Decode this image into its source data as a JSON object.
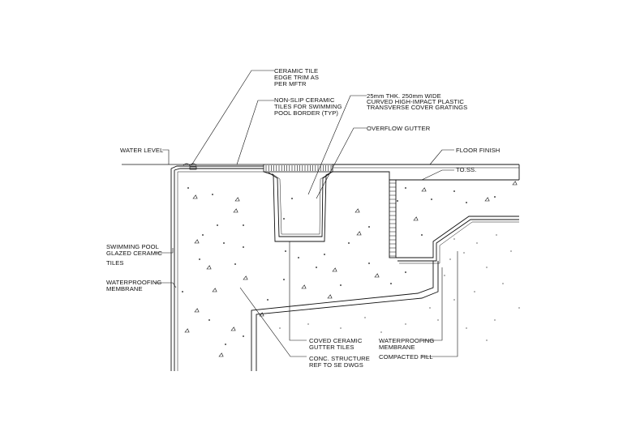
{
  "labels": {
    "ceramic_tile_trim": [
      "CERAMIC TILE",
      "EDGE TRIM AS",
      "PER MFTR"
    ],
    "non_slip_tiles": [
      "NON-SLIP CERAMIC",
      "TILES FOR SWIMMING",
      "POOL BORDER (TYP)"
    ],
    "cover_gratings": [
      "25mm THK. 250mm WIDE",
      "CURVED HIGH-IMPACT PLASTIC",
      "TRANSVERSE COVER GRATINGS"
    ],
    "overflow_gutter": "OVERFLOW GUTTER",
    "water_level": "WATER LEVEL",
    "floor_finish": "FLOOR FINISH",
    "to_ss": "TO.SS.",
    "pool_tiles": [
      "SWIMMING POOL",
      "GLAZED CERAMIC",
      "TILES"
    ],
    "waterproofing_left": [
      "WATERPROOFING",
      "MEMBRANE"
    ],
    "coved_tiles": [
      "COVED CERAMIC",
      "GUTTER TILES"
    ],
    "conc_structure": [
      "CONC. STRUCTURE",
      "REF TO SE DWGS"
    ],
    "waterproofing_right": [
      "WATERPROOFING",
      "MEMBRANE"
    ],
    "compacted_fill": "COMPACTED FILL"
  },
  "colors": {
    "line": "#111111",
    "background": "#ffffff"
  }
}
